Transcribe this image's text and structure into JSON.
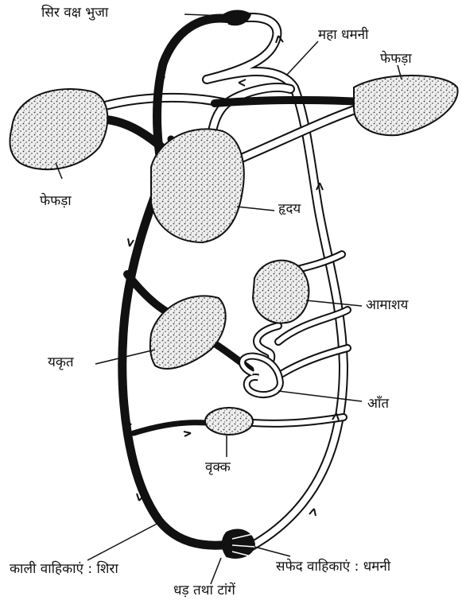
{
  "diagram": {
    "labels": {
      "head_chest_arms": "सिर वक्ष भुजा",
      "aorta": "महा धमनी",
      "lung_right": "फेफड़ा",
      "lung_left": "फेफड़ा",
      "heart": "हृदय",
      "stomach": "आमाशय",
      "liver": "यकृत",
      "intestine": "आँत",
      "kidney": "वृक्क",
      "dark_vessels_veins": "काली वाहिकाएं : शिरा",
      "white_vessels_arteries": "सफेद वाहिकाएं : धमनी",
      "torso_legs": "धड़ तथा टांगें"
    },
    "colors": {
      "vein": "#111111",
      "artery_fill": "#ffffff",
      "organ_fill": "#e6e6e6",
      "ink": "#111111"
    },
    "icons": {
      "organ_texture": "stipple-dots",
      "flow_marker": "arrow"
    }
  }
}
